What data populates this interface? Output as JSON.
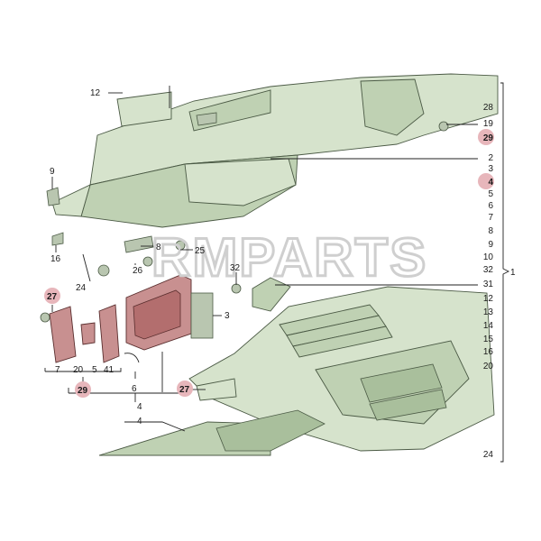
{
  "watermark": "RMPARTS",
  "right_labels": [
    "28",
    "19",
    "29",
    "2",
    "3",
    "4",
    "5",
    "6",
    "7",
    "8",
    "9",
    "10",
    "32",
    "31",
    "12",
    "13",
    "14",
    "15",
    "16",
    "20",
    "24"
  ],
  "right_highlighted": [
    false,
    false,
    true,
    false,
    false,
    true,
    false,
    false,
    false,
    false,
    false,
    false,
    false,
    false,
    false,
    false,
    false,
    false,
    false,
    false,
    false
  ],
  "group_label": "1",
  "callouts": {
    "c12": "12",
    "c9": "9",
    "c16": "16",
    "c8": "8",
    "c25": "25",
    "c26": "26",
    "c24": "24",
    "c32": "32",
    "c3": "3",
    "c27a": "27",
    "c7": "7",
    "c20": "20",
    "c5": "5",
    "c41": "41",
    "c29": "29",
    "c6": "6",
    "c27b": "27",
    "c4a": "4",
    "c4b": "4"
  }
}
